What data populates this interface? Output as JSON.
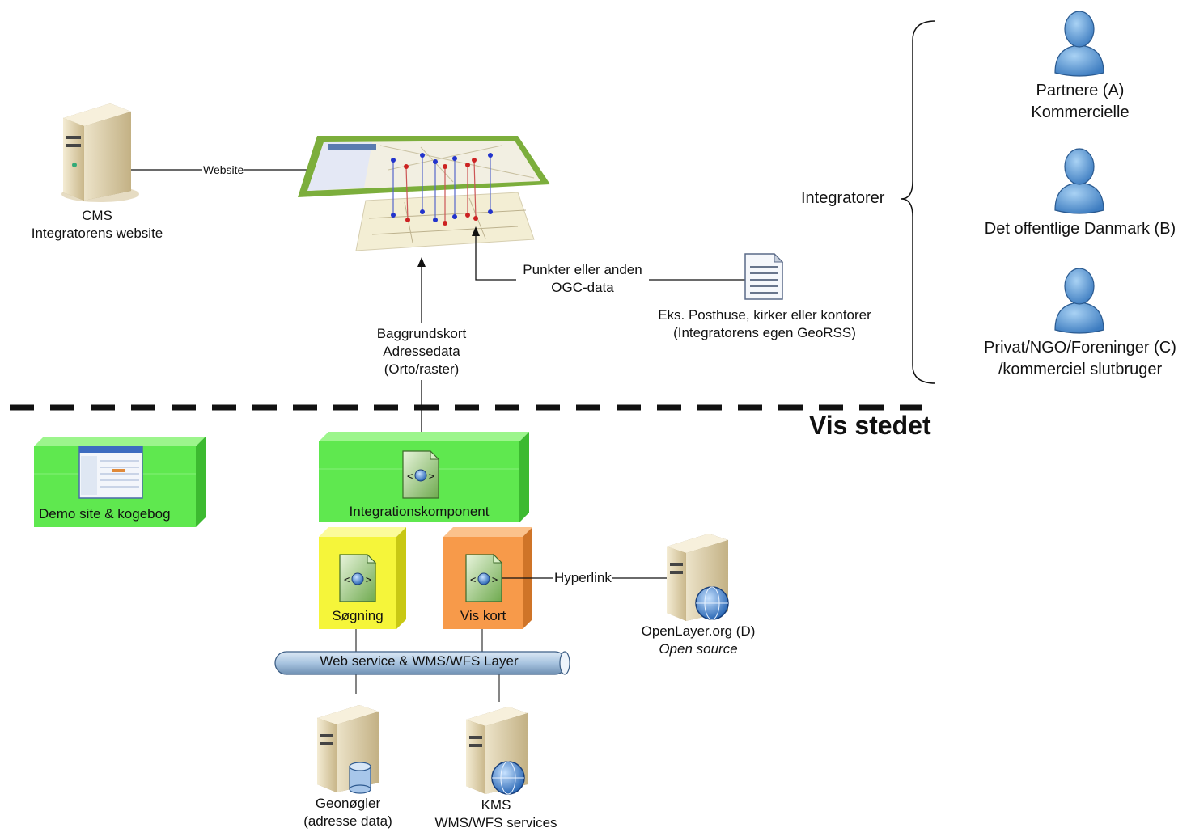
{
  "title": "Vis stedet",
  "cms": {
    "line1": "CMS",
    "line2": "Integratorens website"
  },
  "website_link": "Website",
  "baggrund": {
    "line1": "Baggrundskort",
    "line2": "Adressedata",
    "line3": "(Orto/raster)"
  },
  "ogc": {
    "line1": "Punkter eller anden",
    "line2": "OGC-data"
  },
  "georss": {
    "line1": "Eks. Posthuse, kirker eller kontorer",
    "line2": "(Integratorens egen GeoRSS)"
  },
  "integratorer": "Integratorer",
  "persons": [
    {
      "line1": "Partnere (A)",
      "line2": "Kommercielle"
    },
    {
      "line1": "Det offentlige Danmark (B)",
      "line2": ""
    },
    {
      "line1": "Privat/NGO/Foreninger (C)",
      "line2": "/kommerciel slutbruger"
    }
  ],
  "boxes": {
    "demo": "Demo site & kogebog",
    "integration": "Integrationskomponent",
    "search": "Søgning",
    "viskort": "Vis kort"
  },
  "hyperlink": "Hyperlink",
  "openlayer": {
    "line1": "OpenLayer.org (D)",
    "line2": "Open source"
  },
  "layer": "Web service & WMS/WFS Layer",
  "geonogler": {
    "line1": "Geonøgler",
    "line2": "(adresse data)"
  },
  "kms": {
    "line1": "KMS",
    "line2": "WMS/WFS services"
  },
  "colors": {
    "green": "#5fe84f",
    "yellow": "#f5f53a",
    "orange": "#f79a4a",
    "person": "#5b9bd5",
    "tube": "#a8c4e0"
  }
}
